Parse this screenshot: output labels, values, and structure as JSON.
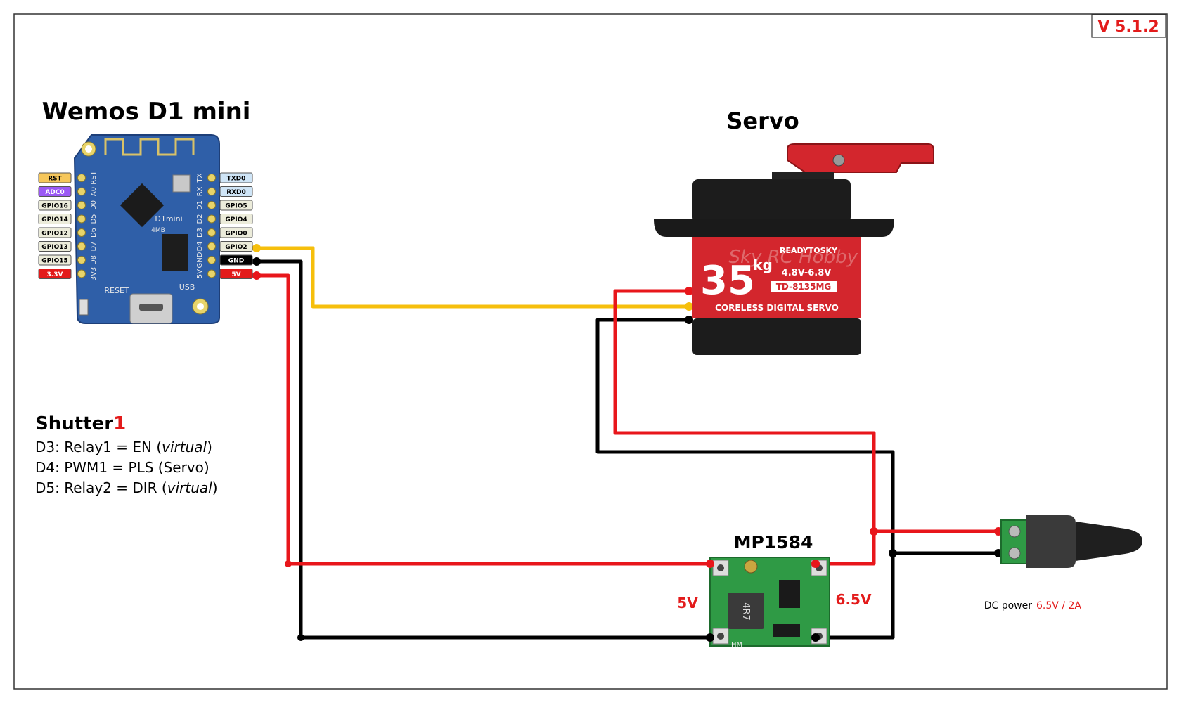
{
  "version": "V 5.1.2",
  "wemos": {
    "title": "Wemos D1 mini",
    "board_print": "D1mini",
    "board_sub": "4MB",
    "reset_print": "RESET",
    "usb_print": "USB",
    "left_pins": [
      {
        "label": "RST",
        "bg": "#f6c75b",
        "fg": "#000000",
        "silk": "RST"
      },
      {
        "label": "ADC0",
        "bg": "#9b59f5",
        "fg": "#ffffff",
        "silk": "A0"
      },
      {
        "label": "GPIO16",
        "bg": "#ececda",
        "fg": "#000000",
        "silk": "D0"
      },
      {
        "label": "GPIO14",
        "bg": "#ececda",
        "fg": "#000000",
        "silk": "D5"
      },
      {
        "label": "GPIO12",
        "bg": "#ececda",
        "fg": "#000000",
        "silk": "D6"
      },
      {
        "label": "GPIO13",
        "bg": "#ececda",
        "fg": "#000000",
        "silk": "D7"
      },
      {
        "label": "GPIO15",
        "bg": "#ececda",
        "fg": "#000000",
        "silk": "D8"
      },
      {
        "label": "3.3V",
        "bg": "#e31b1b",
        "fg": "#ffffff",
        "silk": "3V3"
      }
    ],
    "right_pins": [
      {
        "label": "TXD0",
        "bg": "#cfe5f7",
        "fg": "#000000",
        "silk": "TX"
      },
      {
        "label": "RXD0",
        "bg": "#cfe5f7",
        "fg": "#000000",
        "silk": "RX"
      },
      {
        "label": "GPIO5",
        "bg": "#ececda",
        "fg": "#000000",
        "silk": "D1"
      },
      {
        "label": "GPIO4",
        "bg": "#ececda",
        "fg": "#000000",
        "silk": "D2"
      },
      {
        "label": "GPIO0",
        "bg": "#ececda",
        "fg": "#000000",
        "silk": "D3"
      },
      {
        "label": "GPIO2",
        "bg": "#ececda",
        "fg": "#000000",
        "silk": "D4"
      },
      {
        "label": "GND",
        "bg": "#000000",
        "fg": "#ffffff",
        "silk": "GND"
      },
      {
        "label": "5V",
        "bg": "#e31b1b",
        "fg": "#ffffff",
        "silk": "5V"
      }
    ]
  },
  "servo": {
    "title": "Servo",
    "brand": "READYTOSKY",
    "rating": "35",
    "unit": "kg",
    "voltage": "4.8V-6.8V",
    "model": "TD-8135MG",
    "type_line": "CORELESS DIGITAL SERVO",
    "watermark": "Sky RC Hobby"
  },
  "shutter": {
    "title": "Shutter",
    "number": "1",
    "lines": [
      {
        "prefix": "D3: Relay1 = EN (",
        "italic": "virtual",
        "suffix": ")"
      },
      {
        "prefix": "D4: PWM1 = PLS (Servo)",
        "italic": "",
        "suffix": ""
      },
      {
        "prefix": "D5: Relay2 = DIR (",
        "italic": "virtual",
        "suffix": ")"
      }
    ]
  },
  "converter": {
    "title": "MP1584",
    "out_label": "5V",
    "in_label": "6.5V",
    "inductor": "4R7",
    "silk": "HM"
  },
  "dc_power": {
    "label": "DC power",
    "rating": "6.5V / 2A"
  },
  "colors": {
    "wire_red": "#e8161b",
    "wire_black": "#000000",
    "wire_yellow": "#f6bf0c",
    "accent_red": "#e31b1b",
    "pcb_blue": "#2f5fa8",
    "module_green": "#2f9a45",
    "servo_red": "#d3262d"
  }
}
